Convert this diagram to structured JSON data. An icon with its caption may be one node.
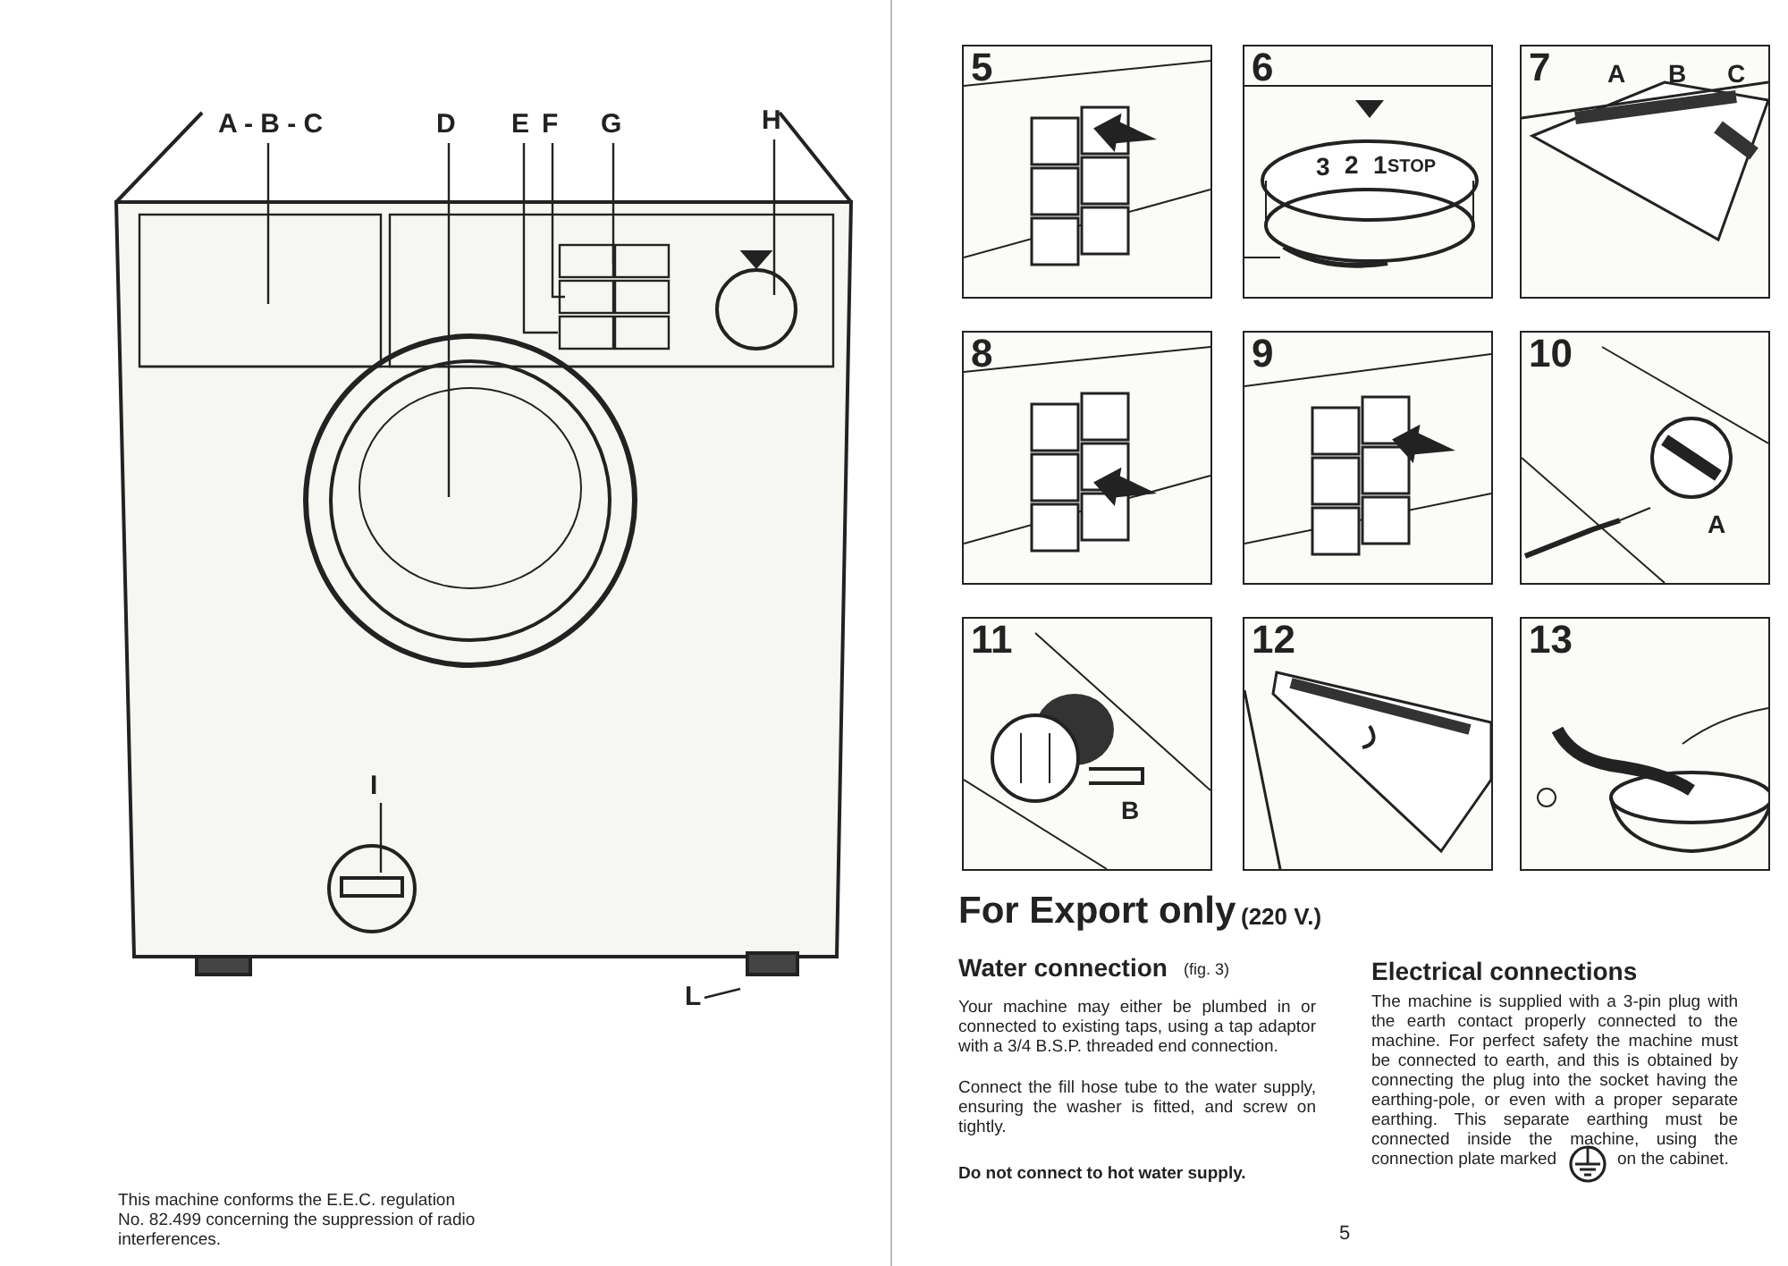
{
  "diagram": {
    "nodes": [
      {
        "text": [
          "A - B - C"
        ]
      },
      {
        "text": [
          "D"
        ]
      },
      {
        "text": [
          "E"
        ]
      },
      {
        "text": [
          "F"
        ]
      },
      {
        "text": [
          "G"
        ]
      },
      {
        "text": [
          "H"
        ]
      },
      {
        "text": [
          "I"
        ]
      },
      {
        "text": [
          "L"
        ]
      },
      {
        "text": [
          "5"
        ]
      },
      {
        "text": [
          "6"
        ]
      },
      {
        "text": [
          "7"
        ]
      },
      {
        "text": [
          "8"
        ]
      },
      {
        "text": [
          "9"
        ]
      },
      {
        "text": [
          "10"
        ]
      },
      {
        "text": [
          "11"
        ]
      },
      {
        "text": [
          "12"
        ]
      },
      {
        "text": [
          "13"
        ]
      }
    ],
    "edges": [
      {
        "from": 0,
        "to": null,
        "arrow": "none"
      },
      {
        "from": 1,
        "to": null,
        "arrow": "none"
      },
      {
        "from": 2,
        "to": null,
        "arrow": "none"
      },
      {
        "from": 3,
        "to": null,
        "arrow": "none"
      },
      {
        "from": 4,
        "to": null,
        "arrow": "none"
      },
      {
        "from": 5,
        "to": null,
        "arrow": "none"
      },
      {
        "from": 6,
        "to": null,
        "arrow": "none"
      },
      {
        "from": 7,
        "to": null,
        "arrow": "none"
      }
    ],
    "labels": [
      "3",
      "2",
      "1",
      "STOP",
      "A",
      "B",
      "C",
      "A",
      "B",
      "For Export only",
      "(220 V.)",
      "Water connection",
      "(fig. 3)",
      "Your machine may either be plumbed in or connected to existing taps, using a tap adaptor with a 3/4 B.S.P. threaded end connection.",
      "Connect the fill hose tube to the water supply, ensuring the washer is fitted, and screw on tightly.",
      "Do not connect to hot water supply.",
      "Electrical connections",
      "The machine is supplied with a 3-pin plug with the earth contact properly connected to the machine. For perfect safety the machine must be connected to earth, and this is obtained by connecting the plug into the socket having the earthing-pole, or even with a proper separate earthing. This separate earthing must be connected inside the machine, using the connection plate marked on the cabinet.",
      "This machine conforms the E.E.C. regulation No. 82.499 concerning the suppression of radio interferences.",
      "5"
    ]
  }
}
